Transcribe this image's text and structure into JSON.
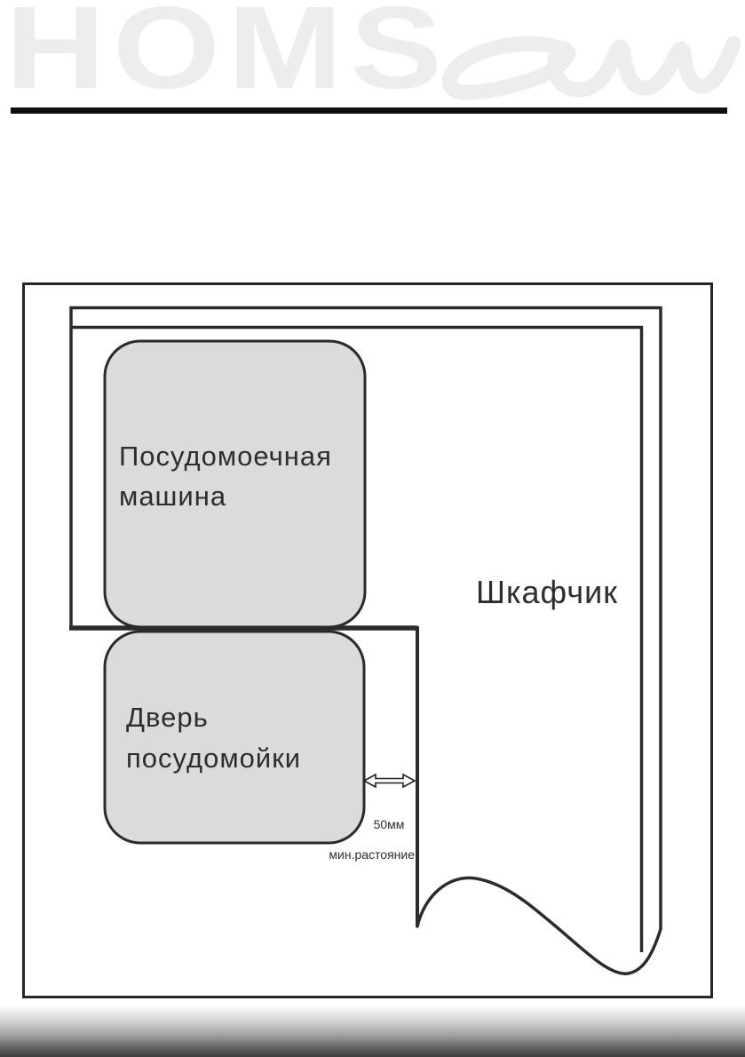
{
  "logo": {
    "brand": "HOMS",
    "script_word": "air",
    "color": "#ededed"
  },
  "diagram": {
    "cabinet_label": "Шкафчик",
    "dishwasher_label": {
      "line1": "Посудомоечная",
      "line2": "машина"
    },
    "door_label": {
      "line1": "Дверь",
      "line2": "посудомойки"
    },
    "distance_value": "50мм",
    "distance_caption": "мин.растояние",
    "box_fill": "#dbdbdb",
    "line_color": "#2b2b2b"
  }
}
